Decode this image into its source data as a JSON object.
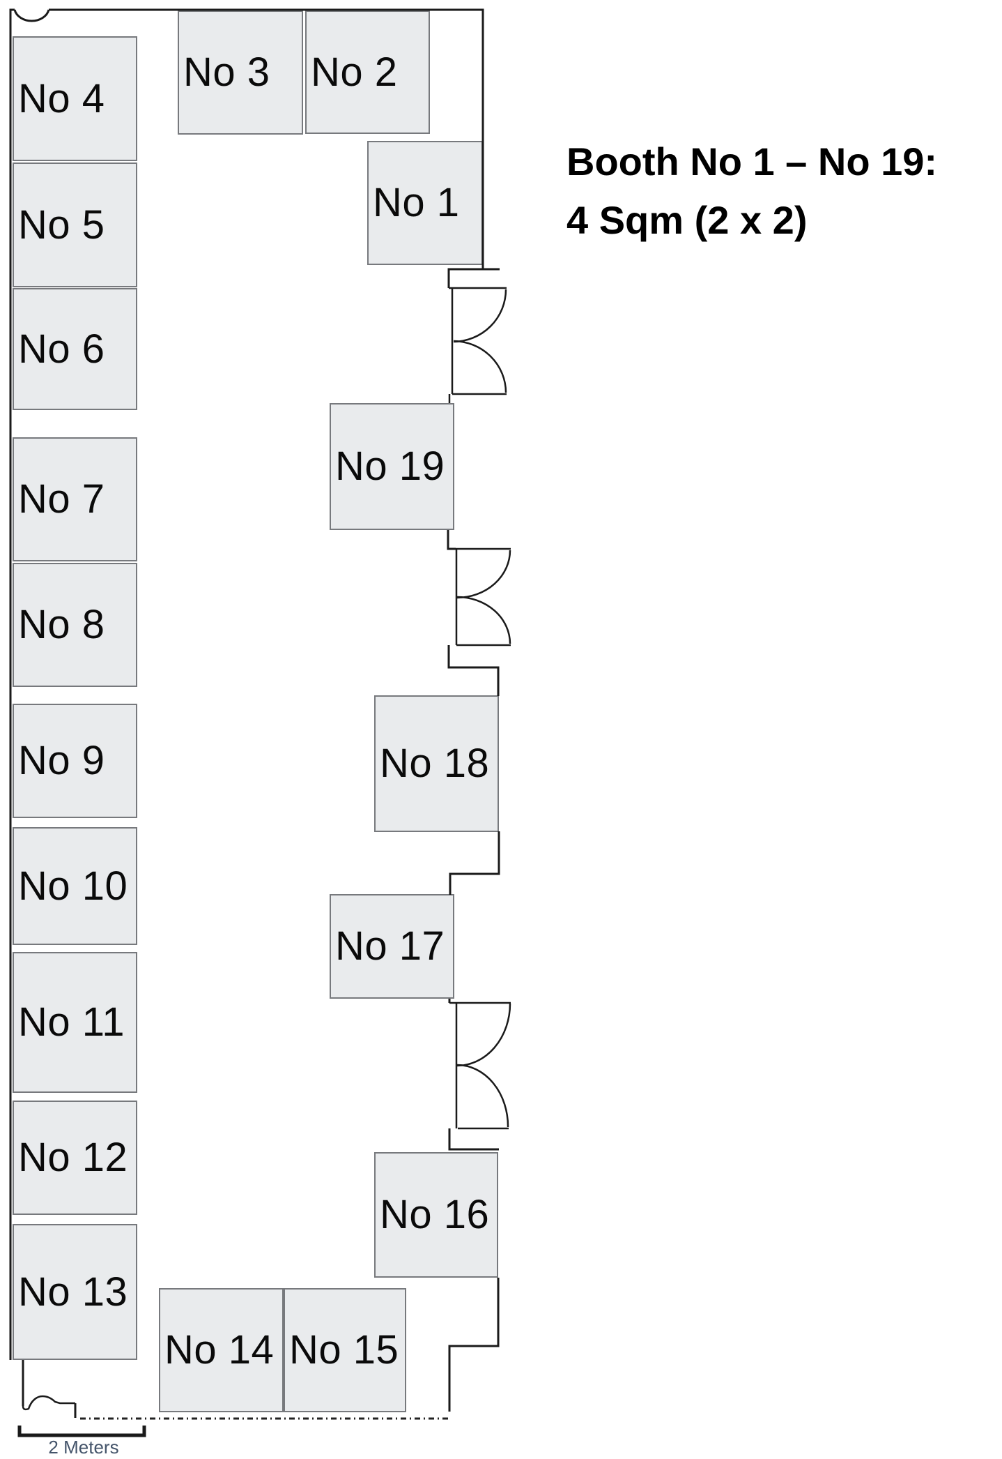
{
  "title": {
    "line1": "Booth No 1 – No 19:",
    "line2": "4 Sqm (2 x 2)"
  },
  "booths": [
    {
      "label": "No 1"
    },
    {
      "label": "No 2"
    },
    {
      "label": "No 3"
    },
    {
      "label": "No 4"
    },
    {
      "label": "No 5"
    },
    {
      "label": "No 6"
    },
    {
      "label": "No 7"
    },
    {
      "label": "No 8"
    },
    {
      "label": "No 9"
    },
    {
      "label": "No 10"
    },
    {
      "label": "No 11"
    },
    {
      "label": "No 12"
    },
    {
      "label": "No 13"
    },
    {
      "label": "No 14"
    },
    {
      "label": "No 15"
    },
    {
      "label": "No 16"
    },
    {
      "label": "No 17"
    },
    {
      "label": "No 18"
    },
    {
      "label": "No 19"
    }
  ],
  "scale_bar": {
    "label": "2 Meters"
  },
  "colors": {
    "booth_fill": "#e9ebed",
    "booth_border": "#77797d",
    "wall": "#1a1a1a",
    "scale_label_text": "#44546a"
  }
}
